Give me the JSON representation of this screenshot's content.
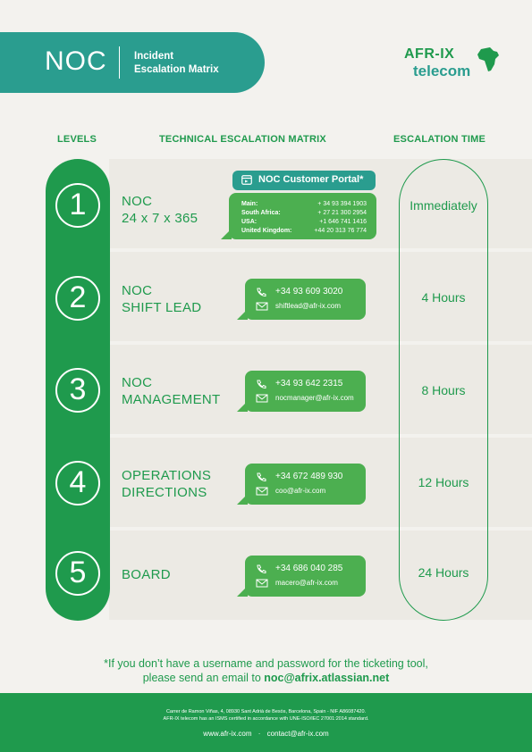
{
  "header": {
    "noc": "NOC",
    "subtitle_line1": "Incident",
    "subtitle_line2": "Escalation Matrix"
  },
  "logo": {
    "line1": "AFR-IX",
    "line2": "telecom"
  },
  "columns": {
    "levels": "LEVELS",
    "matrix": "TECHNICAL ESCALATION MATRIX",
    "time": "ESCALATION TIME"
  },
  "colors": {
    "brand_green": "#1f9a4d",
    "teal": "#2a9d8f",
    "bubble_green": "#4caf50"
  },
  "portal": {
    "title": "NOC Customer Portal*",
    "icon": "browser-icon",
    "rows": [
      {
        "label": "Main:",
        "value": "+ 34 93 394 1903"
      },
      {
        "label": "South Africa:",
        "value": "+ 27 21 300 2954"
      },
      {
        "label": "USA:",
        "value": "+1 646 741 1416"
      },
      {
        "label": "United Kingdom:",
        "value": "+44 20 313 76 774"
      }
    ]
  },
  "levels": [
    {
      "number": "1",
      "role_line1": "NOC",
      "role_line2": "24 x 7 x 365",
      "time": "Immediately"
    },
    {
      "number": "2",
      "role_line1": "NOC",
      "role_line2": "SHIFT LEAD",
      "time": "4 Hours",
      "phone": "+34 93 609 3020",
      "email": "shiftlead@afr-ix.com"
    },
    {
      "number": "3",
      "role_line1": "NOC",
      "role_line2": "MANAGEMENT",
      "time": "8 Hours",
      "phone": "+34 93 642 2315",
      "email": "nocmanager@afr-ix.com"
    },
    {
      "number": "4",
      "role_line1": "OPERATIONS",
      "role_line2": "DIRECTIONS",
      "time": "12 Hours",
      "phone": "+34 672 489 930",
      "email": "coo@afr-ix.com"
    },
    {
      "number": "5",
      "role_line1": "BOARD",
      "role_line2": "",
      "time": "24 Hours",
      "phone": "+34 686 040 285",
      "email": "macero@afr-ix.com"
    }
  ],
  "footnote": {
    "line1": "*If you don’t have a username and password for the ticketing tool,",
    "line2_prefix": "please send an email to ",
    "line2_email": "noc@afrix.atlassian.net"
  },
  "footer": {
    "address1": "Carrer de Ramon Viñas, 4, 08930 Sant Adrià de Besòs, Barcelona, Spain - NIF A86087420.",
    "address2": "AFR-IX telecom has an ISMS certified in accordance with UNE-ISO/IEC 27001:2014 standard.",
    "website": "www.afr-ix.com",
    "separator": "·",
    "contact": "contact@afr-ix.com"
  }
}
